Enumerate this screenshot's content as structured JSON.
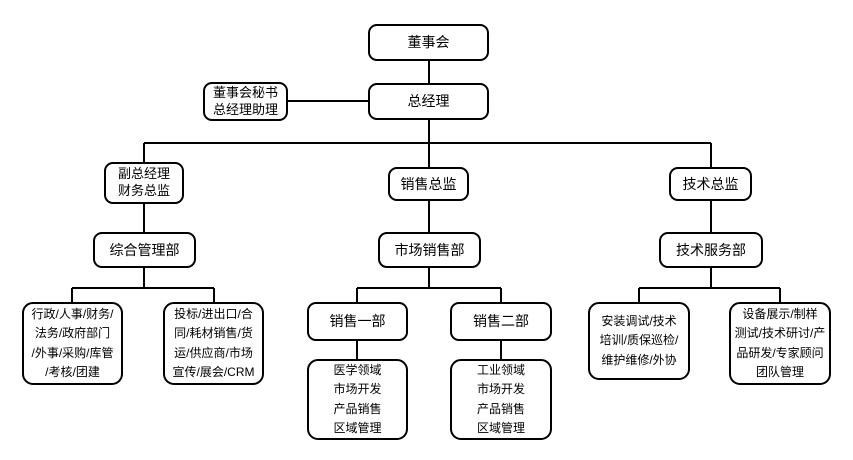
{
  "diagram": {
    "type": "org-chart",
    "colors": {
      "background": "#ffffff",
      "box_fill": "#ffffff",
      "box_border": "#000000",
      "text": "#000000",
      "connector": "#000000"
    },
    "nodes": {
      "board": {
        "label": "董事会"
      },
      "general_manager": {
        "label": "总经理"
      },
      "secretary_assistant": {
        "lines": [
          "董事会秘书",
          "总经理助理"
        ]
      },
      "deputy_gm_cfo": {
        "lines": [
          "副总经理",
          "财务总监"
        ]
      },
      "sales_director": {
        "label": "销售总监"
      },
      "tech_director": {
        "label": "技术总监"
      },
      "general_admin_dept": {
        "label": "综合管理部"
      },
      "marketing_sales_dept": {
        "label": "市场销售部"
      },
      "tech_service_dept": {
        "label": "技术服务部"
      },
      "admin_functions": {
        "lines": [
          "行政/人事/财务/",
          "法务/政府部门",
          "/外事/采购/库管",
          "/考核/团建"
        ]
      },
      "bidding_functions": {
        "lines": [
          "投标/进出口/合",
          "同/耗材销售/货",
          "运/供应商/市场",
          "宣传/展会/CRM"
        ]
      },
      "sales_dept_1": {
        "label": "销售一部"
      },
      "sales_dept_2": {
        "label": "销售二部"
      },
      "sales1_functions": {
        "lines": [
          "医学领域",
          "市场开发",
          "产品销售",
          "区域管理"
        ]
      },
      "sales2_functions": {
        "lines": [
          "工业领域",
          "市场开发",
          "产品销售",
          "区域管理"
        ]
      },
      "service_functions": {
        "lines": [
          "安装调试/技术",
          "培训/质保巡检/",
          "维护维修/外协"
        ]
      },
      "demo_rd_functions": {
        "lines": [
          "设备展示/制样",
          "测试/技术研讨/产",
          "品研发/专家顾问",
          "团队管理"
        ]
      }
    }
  }
}
